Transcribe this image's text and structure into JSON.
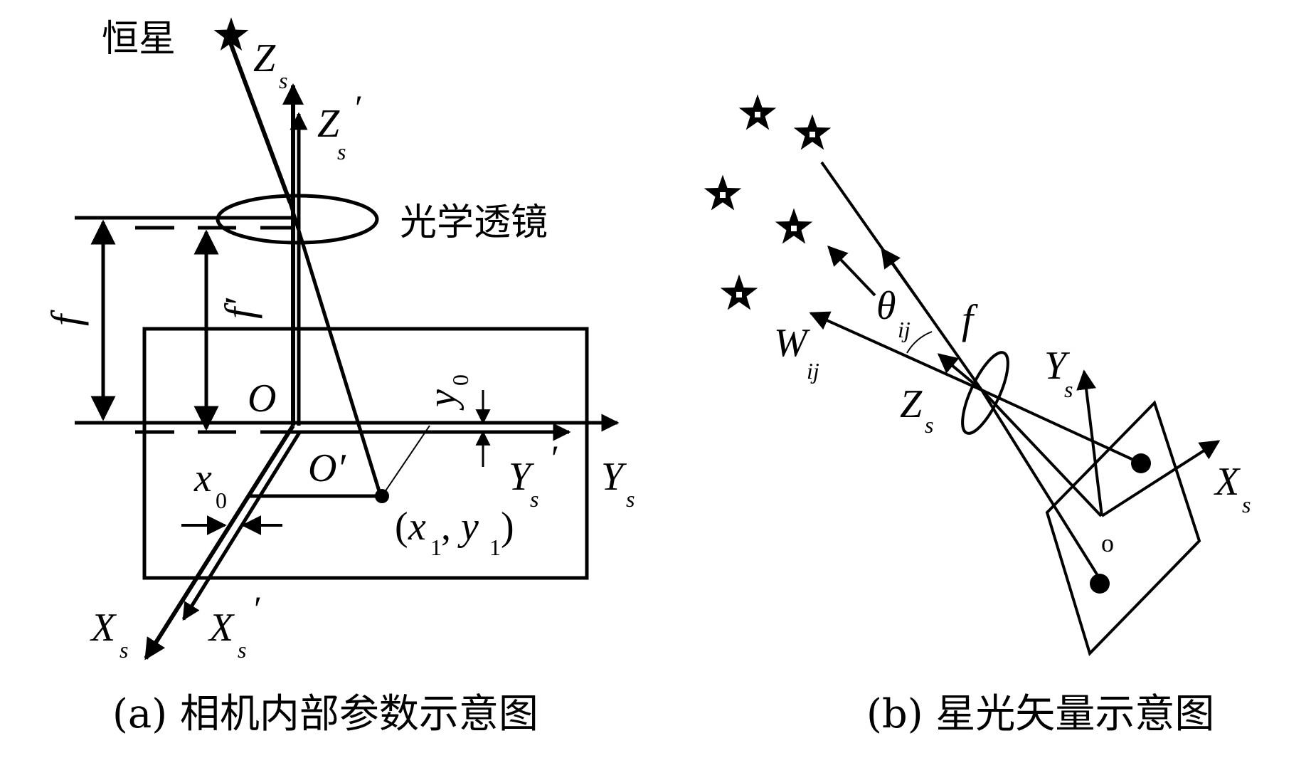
{
  "panel_a": {
    "caption": "(a) 相机内部参数示意图",
    "star_label": "恒星",
    "lens_label": "光学透镜",
    "axes": {
      "zs": {
        "main": "Z",
        "sub": "s",
        "prime": ""
      },
      "zs_prime": {
        "main": "Z",
        "sub": "s",
        "prime": "′"
      },
      "ys": {
        "main": "Y",
        "sub": "s",
        "prime": ""
      },
      "ys_prime": {
        "main": "Y",
        "sub": "s",
        "prime": "′"
      },
      "xs": {
        "main": "X",
        "sub": "s",
        "prime": ""
      },
      "xs_prime": {
        "main": "X",
        "sub": "s",
        "prime": "′"
      }
    },
    "origin_label": "O",
    "origin_prime_label": "O′",
    "focal_label": "f",
    "focal_prime_label": "f′",
    "x0": {
      "main": "x",
      "sub": "0"
    },
    "y0": {
      "main": "y",
      "sub": "0"
    },
    "point": {
      "open": "(",
      "x": "x",
      "xsub": "1",
      "comma": ", ",
      "y": "y",
      "ysub": "1",
      "close": ")"
    }
  },
  "panel_b": {
    "caption": "(b) 星光矢量示意图",
    "vector_label": {
      "main": "W",
      "sub": "ij"
    },
    "angle_label": {
      "main": "θ",
      "sub": "ij"
    },
    "focal_label": "f",
    "zs": {
      "main": "Z",
      "sub": "s"
    },
    "ys": {
      "main": "Y",
      "sub": "s"
    },
    "xs": {
      "main": "X",
      "sub": "s"
    },
    "origin_label": "o",
    "star_count": 5
  }
}
